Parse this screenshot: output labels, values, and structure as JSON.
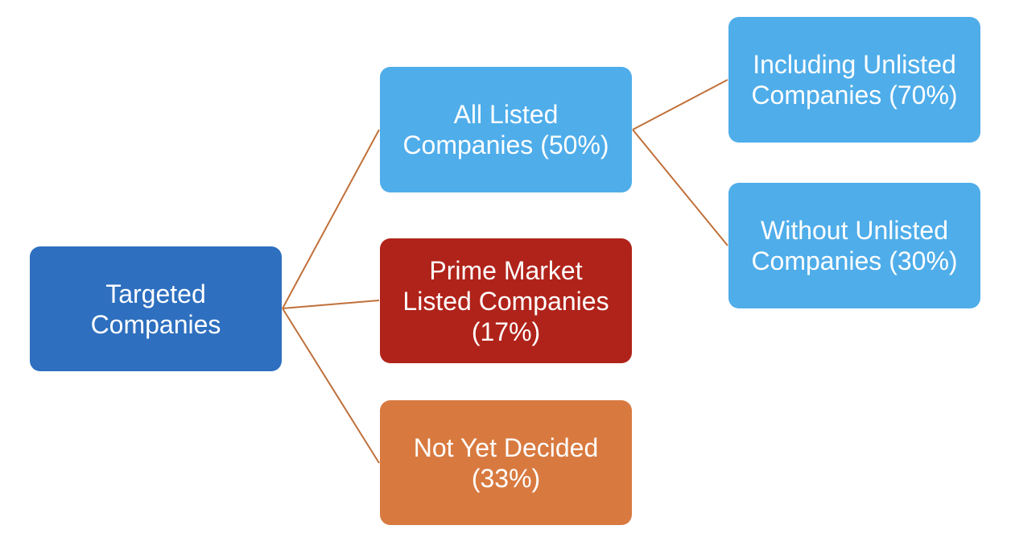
{
  "colors": {
    "root": "#2e6fbf",
    "level1_listed": "#4fadea",
    "level1_prime": "#b0231a",
    "level1_undecided": "#d87a40",
    "level2": "#4fadea",
    "connector": "#c0703a"
  },
  "diagram": {
    "root": {
      "lines": [
        "Targeted",
        "Companies"
      ]
    },
    "all_listed": {
      "lines": [
        "All Listed",
        "Companies (50%)"
      ]
    },
    "prime_market": {
      "lines": [
        "Prime Market",
        "Listed Companies",
        "(17%)"
      ]
    },
    "not_yet_decided": {
      "lines": [
        "Not Yet Decided",
        "(33%)"
      ]
    },
    "including_unlisted": {
      "lines": [
        "Including Unlisted",
        "Companies (70%)"
      ]
    },
    "without_unlisted": {
      "lines": [
        "Without Unlisted",
        "Companies (30%)"
      ]
    }
  }
}
